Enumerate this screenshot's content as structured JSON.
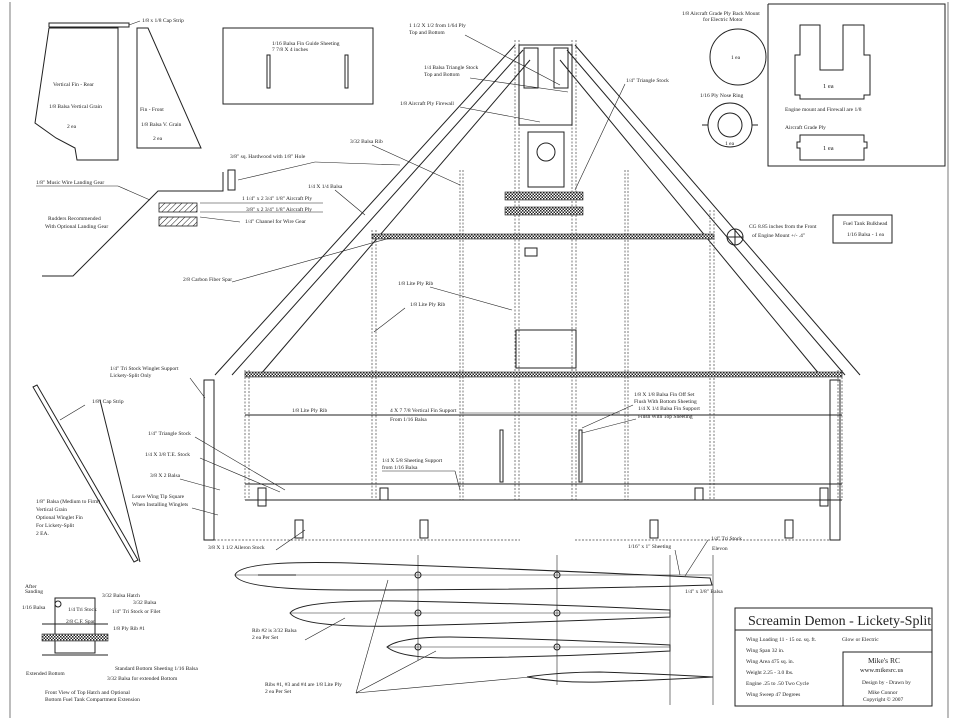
{
  "title_block": {
    "title": "Screamin Demon - Lickety-Split",
    "specs": [
      "Wing Loading  11 - 15 oz. sq. ft.",
      "Wing Span        32 in.",
      "Wing Area       475 sq. in.",
      "Weight       2.25 - 3.0 lbs.",
      "Engine   .25 to .50 Two Cycle",
      "Wing Sweep   47 Degrees"
    ],
    "power": "Glow or Electric",
    "company": "Mike's RC",
    "website": "www.mikesrc.us",
    "design_credit": "Design by - Drawn by",
    "designer": "Mike Connor",
    "copyright": "Copyright © 2007"
  },
  "fins": {
    "cap_strip": "1/8 x 1/8 Cap Strip",
    "rear": [
      "Vertical Fin - Rear",
      "1/8 Balsa Vertical Grain",
      "2 ea"
    ],
    "front": [
      "Fin - Front",
      "1/8 Balsa V. Grain",
      "2 ea"
    ]
  },
  "fin_guide": [
    "1/16 Balsa Fin Guide Sheeting",
    "7 7/8 X 4 inches"
  ],
  "motor_parts": {
    "back_mount": [
      "1/8 Aircraft Grade Ply Back Mount",
      "for Electric Motor"
    ],
    "back_mount_qty": "1 ea",
    "nose_ring": "1/16 Ply Nose Ring",
    "nose_ring_qty": "1 ea",
    "engine_mount_qty": "1 ea",
    "engine_note": [
      "Engine mount and Firewall are 1/8",
      "Aircraft Grade Ply"
    ],
    "firewall_qty": "1 ea"
  },
  "fuel_tank": [
    "Fuel Tank Bulkhead",
    "1/16 Balsa - 1 ea"
  ],
  "cg_note": [
    "CG 8.85 inches from the Front",
    "of Engine Mount   +/- .4\""
  ],
  "landing_gear": {
    "wire": "1/8\" Music Wire Landing Gear",
    "rudders": [
      "Rudders Recommended",
      "With Optional Landing Gear"
    ],
    "hardwood": "3/8\" sq. Hardwood with 1/8\" Hole",
    "ply1": "1 1/4\" x 2 3/4\" 1/8\" Aircraft Ply",
    "ply2": "3/8\" x 2 3/4\" 1/8\" Aircraft Ply",
    "channel": "1/4\" Channel for Wire Gear"
  },
  "wing_labels": {
    "top_bottom_ply": [
      "1 1/2 X 1/2 from 1/64 Ply",
      "Top and Bottom"
    ],
    "tri_stock_top": [
      "1/4 Balsa Triangle Stock",
      "Top and Bottom"
    ],
    "firewall": "1/8 Aircraft Ply Firewall",
    "tri_stock": "1/4\" Triangle Stock",
    "rib_332": "3/32 Balsa Rib",
    "balsa_14": "1/4 X 1/4 Balsa",
    "spar": "2/8 Carbon Fiber Spar",
    "lite_ply_rib1": "1/8 Lite Ply Rib",
    "lite_ply_rib2": "1/8 Lite Ply Rib",
    "lite_ply_rib3": "1/8 Lite Ply Rib",
    "winglet_support": [
      "1/4\" Tri Stock Winglet Support",
      "Lickety-Split Only"
    ],
    "tri_stock_left": "1/4\" Triangle Stock",
    "te_stock": "1/4 X 3/8 T.E. Stock",
    "balsa_38x2": "3/8 X 2 Balsa",
    "wing_tip": [
      "Leave Wing Tip Square",
      "When Installing Winglets"
    ],
    "aileron": "3/8 X 1 1/2 Aileron Stock",
    "fin_support": [
      "4 X 7 7/8 Vertical Fin Support",
      "From 1/16 Balsa"
    ],
    "sheeting_support": [
      "1/4 X 5/8 Sheeting Support",
      "from 1/16 Balsa"
    ],
    "fin_offset": [
      "1/8 X 1/8 Balsa Fin Off Set",
      "Flush With Bottom Sheeting"
    ],
    "fin_support_14": [
      "1/4 X 1/4 Balsa Fin Support",
      "Flush With Top Sheeting"
    ]
  },
  "winglet": {
    "cap_strip": "1/8\" Cap Strip",
    "desc": [
      "1/8\" Balsa (Medium to Firm)",
      "Vertical Grain",
      "Optional Winglet Fin",
      "For Lickety-Split",
      "2 EA."
    ]
  },
  "cross_section": {
    "after_sanding": [
      "After",
      "Sanding"
    ],
    "balsa_116": "1/16 Balsa",
    "hatch": "3/32 Balsa Hatch",
    "tri_stock": "1/4 Tri Stock",
    "balsa_332": "3/32 Balsa",
    "tri_or_fillet": "1/4\" Tri Stock or Filet",
    "spar": "2/8 C.F. Spar",
    "ply_rib": "1/8 Ply Rib #1",
    "extended": "Extended Bottom",
    "standard": "Standard Bottom Sheeting 1/16 Balsa",
    "extended_bottom": "3/32 Balsa for extended Bottom",
    "caption": [
      "Front View of Top Hatch and Optional",
      "Bottom Fuel Tank Compartment Extension"
    ]
  },
  "ribs": {
    "rib2": [
      "Rib #2 is 3/32 Balsa",
      "2 ea Per Set"
    ],
    "rib134": [
      "Ribs #1, #3 and #4 are 1/8 Lite Ply",
      "2 ea Per Set"
    ],
    "sheeting": "1/16\" x 1\" Sheeting",
    "tri": "1/4\" Tri Stock",
    "elevon": "Elevon",
    "balsa": "1/4\" x 3/8\" Balsa"
  }
}
